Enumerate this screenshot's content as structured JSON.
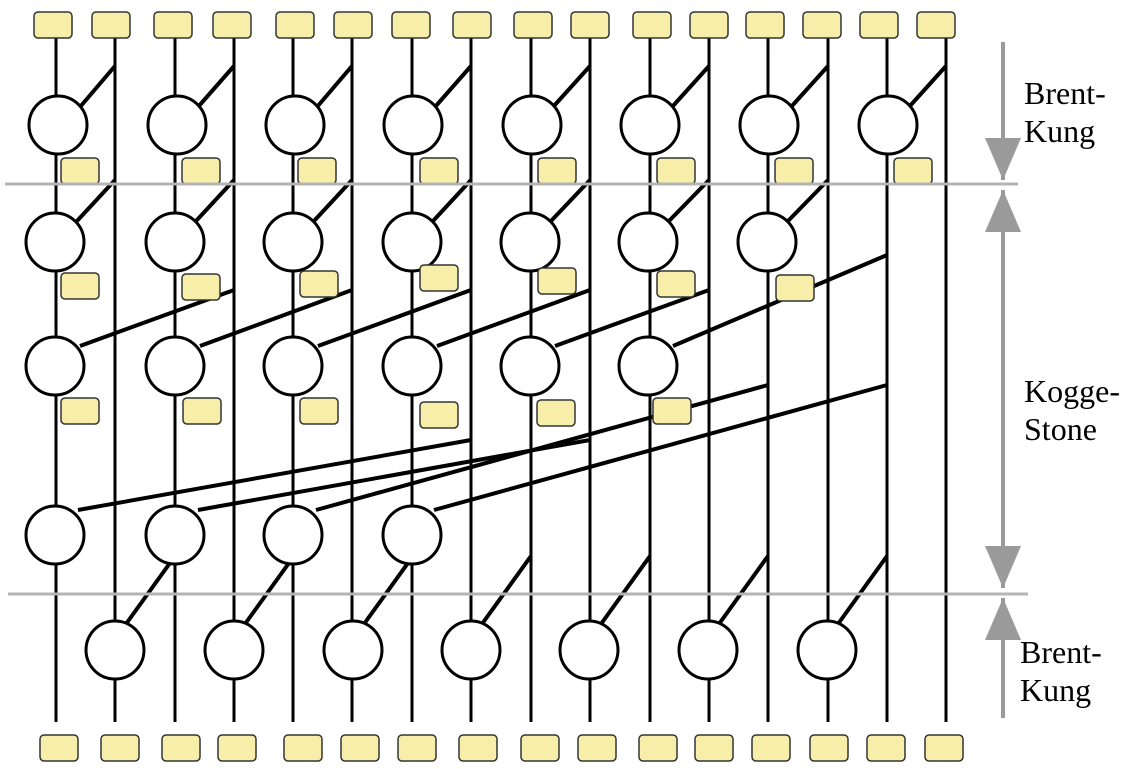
{
  "stages": [
    {
      "id": "brent-kung-top",
      "line1": "Brent-",
      "line2": "Kung"
    },
    {
      "id": "kogge-stone",
      "line1": "Kogge-",
      "line2": "Stone"
    },
    {
      "id": "brent-kung-bottom",
      "line1": "Brent-",
      "line2": "Kung"
    }
  ],
  "colors": {
    "register_fill": "#f7eeaa",
    "separator": "#b4b4b4",
    "arrow": "#9a9a9a"
  }
}
